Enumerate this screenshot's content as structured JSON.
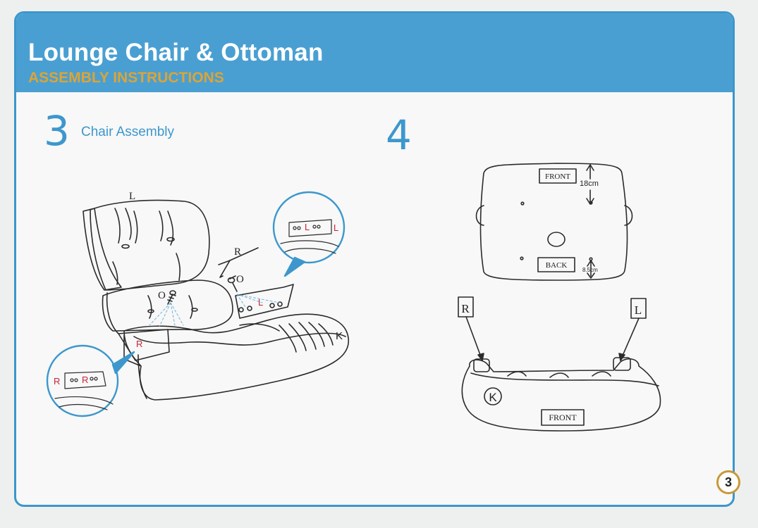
{
  "header": {
    "title": "Lounge Chair & Ottoman",
    "subtitle": "ASSEMBLY INSTRUCTIONS"
  },
  "step3": {
    "number": "3",
    "label": "Chair Assembly",
    "markers": {
      "left": "L",
      "right": "R",
      "wrench": "R",
      "bolt_left": "O",
      "bolt_right": "O",
      "seat": "K",
      "zoom_top": "L",
      "zoom_bottom_outer": "R",
      "zoom_bottom_inner": "R"
    }
  },
  "step4": {
    "number": "4",
    "panel": {
      "front_label": "FRONT",
      "back_label": "BACK",
      "front_dimension": "18cm",
      "back_dimension": "8.5cm"
    },
    "markers": {
      "right": "R",
      "left": "L",
      "seat": "K",
      "seat_front": "FRONT"
    }
  },
  "page_number": "3",
  "colors": {
    "accent": "#4a9fd2",
    "subtitle": "#dca436",
    "marker_red": "#c8223a"
  }
}
